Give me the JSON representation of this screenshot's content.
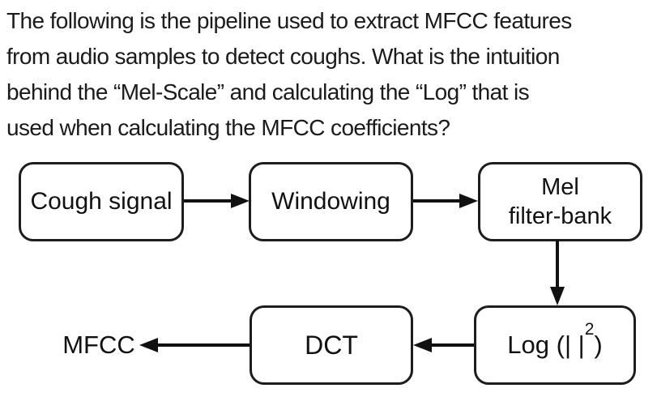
{
  "page": {
    "background": "#ffffff"
  },
  "question": {
    "lines": [
      "The following is the pipeline used to extract MFCC features",
      "from audio samples to detect coughs. What is the intuition",
      "behind the “Mel-Scale” and calculating the “Log” that is",
      "used when calculating the MFCC coefficients?"
    ],
    "text_color": "#1b1b1b"
  },
  "diagram": {
    "boxes": {
      "cough": {
        "label": "Cough signal"
      },
      "windowing": {
        "label": "Windowing"
      },
      "mel": {
        "line1": "Mel",
        "line2": "filter-bank"
      },
      "dct": {
        "label": "DCT"
      },
      "log": {
        "prefix": "Log (| |",
        "sup": "2",
        "suffix": ")"
      }
    },
    "output_label": "MFCC",
    "edges": [
      {
        "from": "cough",
        "to": "windowing",
        "direction": "right"
      },
      {
        "from": "windowing",
        "to": "mel",
        "direction": "right"
      },
      {
        "from": "mel",
        "to": "log",
        "direction": "down"
      },
      {
        "from": "log",
        "to": "dct",
        "direction": "left"
      },
      {
        "from": "dct",
        "to": "mfcc-output",
        "direction": "left"
      }
    ],
    "colors": {
      "box_border": "#1d1d1d",
      "box_fill": "#ffffff",
      "arrow": "#111111",
      "label_text": "#111111"
    }
  }
}
